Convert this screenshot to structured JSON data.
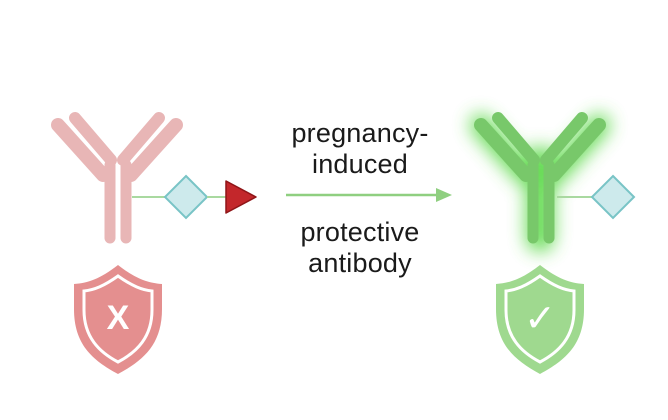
{
  "caption_top": {
    "line1": "pregnancy-",
    "line2": "induced"
  },
  "caption_bottom": {
    "line1": "protective",
    "line2": "antibody"
  },
  "shield_left": {
    "symbol": "X",
    "icon": "x-mark-icon"
  },
  "shield_right": {
    "symbol": "✓",
    "icon": "check-mark-icon"
  },
  "colors": {
    "antibody_before": "#e8b6b6",
    "antibody_after": "#78c86a",
    "antibody_after_glow": "#4fd63a",
    "shield_red": "#e48f8f",
    "shield_green": "#9fd98f",
    "antigen_diamond": "#cdeaec",
    "antigen_diamond_stroke": "#79c4c6",
    "toxin_triangle": "#c3272b",
    "arrow": "#8fcf80",
    "text": "#1a1a1a"
  }
}
